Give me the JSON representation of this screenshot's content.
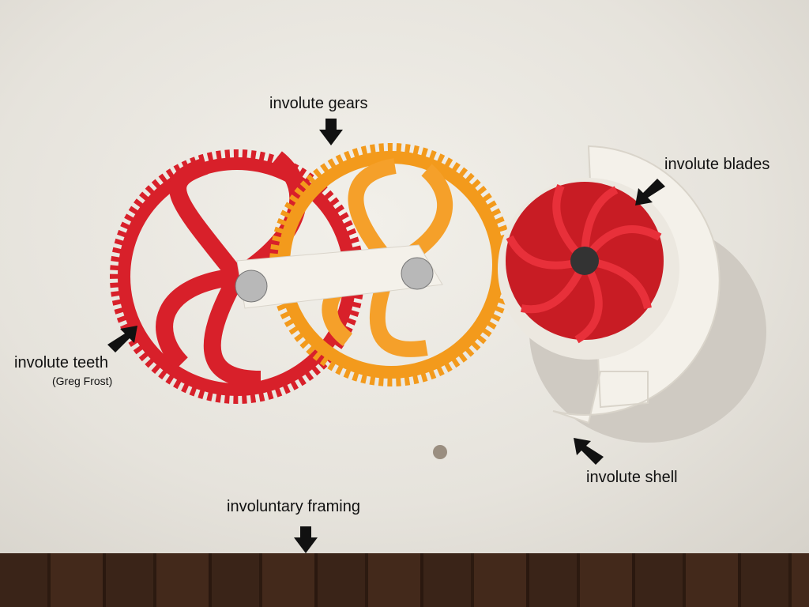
{
  "labels": {
    "gears": "involute gears",
    "blades": "involute blades",
    "teeth": "involute teeth",
    "teeth_credit": "(Greg Frost)",
    "shell": "involute shell",
    "framing": "involuntary framing"
  },
  "colors": {
    "red_gear": "#d8202a",
    "orange_gear": "#f39a1c",
    "white_plastic": "#f4f1ea",
    "board": "#e8e5de",
    "floor": "#3a2418"
  }
}
